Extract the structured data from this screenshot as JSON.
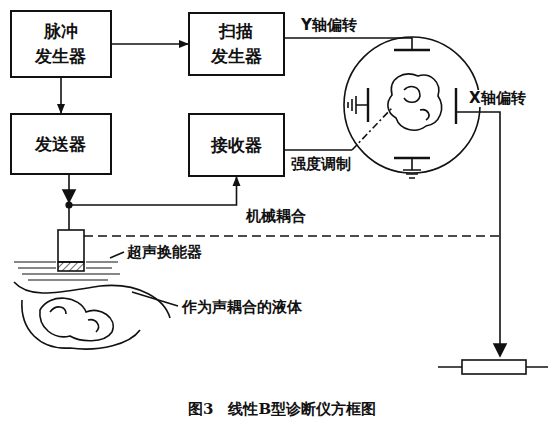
{
  "diagram": {
    "caption": "图3　线性B型诊断仪方框图",
    "nodes": [
      {
        "text": [
          "脉冲 发生器"
        ]
      },
      {
        "text": [
          "扫描 发生器"
        ]
      },
      {
        "text": [
          "发送器"
        ]
      },
      {
        "text": [
          "接收器"
        ]
      }
    ],
    "edges": [
      {
        "from": 0,
        "to": 1,
        "arrow": "to"
      },
      {
        "from": 0,
        "to": 2,
        "arrow": "to"
      },
      {
        "from": 2,
        "to": 3,
        "arrow": "to"
      }
    ],
    "labels": [
      "Y轴偏转",
      "X轴偏转",
      "强度调制",
      "机械耦合",
      "超声换能器",
      "作为声耦合的液体"
    ]
  }
}
